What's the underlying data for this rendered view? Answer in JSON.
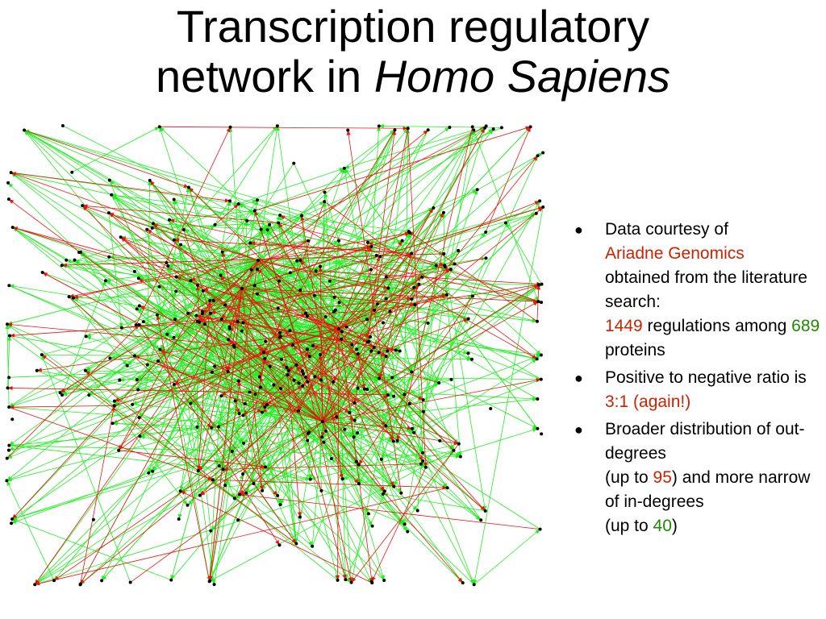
{
  "title": {
    "line1": "Transcription regulatory",
    "line2_prefix": "network in ",
    "line2_italic": "Homo Sapiens"
  },
  "bullets": [
    {
      "t1": " Data courtesy of",
      "t2": "Ariadne Genomics",
      "t3": "obtained from the literature search:",
      "t4": "1449",
      "t5": " regulations among ",
      "t6": "689",
      "t7": " proteins"
    },
    {
      "t1": "Positive to negative ratio is ",
      "t2": "3:1 (again!)"
    },
    {
      "t1": "Broader distribution of out-degrees",
      "t2": "(up to ",
      "t3": "95",
      "t4": ") and more narrow of in-degrees",
      "t5": "(up to ",
      "t6": "40",
      "t7": ")"
    }
  ],
  "colors": {
    "positive_edge": "#22ee22",
    "negative_edge": "#ee1111",
    "node": "#000000",
    "accent_red": "#cc2200",
    "accent_green": "#1f8a00"
  }
}
